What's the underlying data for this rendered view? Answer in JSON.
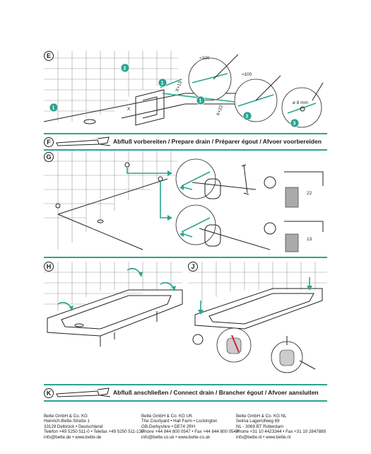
{
  "panels": {
    "e": {
      "letter": "E",
      "steps": [
        "1",
        "2",
        "1",
        "1",
        "2",
        "3"
      ],
      "dims": [
        "≈100",
        "≈100",
        "X+13",
        "X+22",
        "X",
        "⌀ 8 mm"
      ]
    },
    "f": {
      "letter": "F",
      "title": "Abfluß vorbereiten / Prepare drain / Préparer égout / Afvoer voorbereiden"
    },
    "g": {
      "letter": "G",
      "dims": [
        "22",
        "13"
      ]
    },
    "h": {
      "letter": "H"
    },
    "j": {
      "letter": "J"
    },
    "k": {
      "letter": "K",
      "title": "Abfluß anschließen / Connect drain / Brancher égout / Afvoer aansluiten"
    }
  },
  "footer": [
    {
      "lines": [
        "Bette GmbH & Co. KG",
        "Heinrich-Bette-Straße 1",
        "33129 Delbrück • Deutschland",
        "Telefon +49 5250 511-0 • Telefax +49 5250 511-130",
        "info@bette.de • www.bette.de"
      ]
    },
    {
      "lines": [
        "Bette GmbH & Co. KG UK",
        "The Courtyard • Hall Farm • Lockington",
        "GB-Derbyshire • DE74 2RH",
        "Phone +44 844 800 0547 • Fax +44 844 800 0548",
        "info@bette.co.uk • www.bette.co.uk"
      ]
    },
    {
      "lines": [
        "Bette GmbH & Co. KG NL",
        "Selma Lagerlofweg 69",
        "NL - 3069 BT Rotterdam",
        "Phone +31 10 4423344 • Fax +31 10 2847889",
        "info@bette.nl • www.bette.nl"
      ]
    }
  ]
}
